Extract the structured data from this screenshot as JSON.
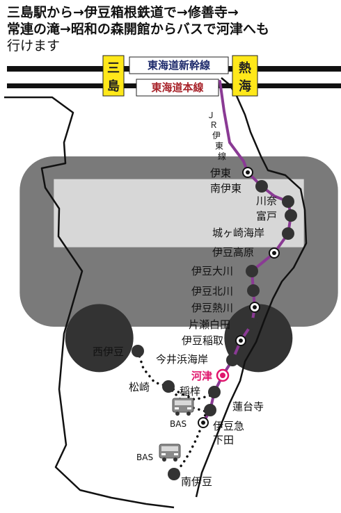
{
  "heading": {
    "line1": "三島駅から→伊豆箱根鉄道で→修善寺→",
    "line2a": "常連の滝→昭和の森開館から",
    "line2b": "バスで河津へも",
    "line3": "行けます"
  },
  "cities": {
    "mishima": [
      "三",
      "島"
    ],
    "atami": [
      "熱",
      "海"
    ]
  },
  "lines": {
    "shinkansen": "東海道新幹線",
    "honsen": "東海道本線",
    "ito_line": [
      "Ｊ",
      "Ｒ",
      "伊",
      "東",
      "線"
    ]
  },
  "stations": {
    "ito": "伊東",
    "minami_ito": "南伊東",
    "kawana": "川奈",
    "futo": "富戸",
    "jogasaki": "城ヶ崎海岸",
    "izukogen": "伊豆高原",
    "izuokawa": "伊豆大川",
    "izuhokkawa": "伊豆北川",
    "izuatagawa": "伊豆熱川",
    "katase": "片瀬白田",
    "inatori": "伊豆稲取",
    "imaihama": "今井浜海岸",
    "kawazu": "河津",
    "inazusa": "稲梓",
    "rendaiji": "蓮台寺",
    "shimoda": [
      "伊豆急",
      "下田"
    ],
    "nishiizu": "西伊豆",
    "matsuzaki": "松崎",
    "minamiizu": "南伊豆"
  },
  "bus_label": "BAS",
  "colors": {
    "ito_line": "#8a3a94",
    "highlight": "#e0166d",
    "city_box": "#ffe81a",
    "honsen_text": "#a8232a",
    "shinkansen_text": "#1d2a6b",
    "station_dot": "#333333"
  },
  "icons": [
    "bus-icon",
    "station-dot-icon",
    "terminal-station-icon"
  ]
}
